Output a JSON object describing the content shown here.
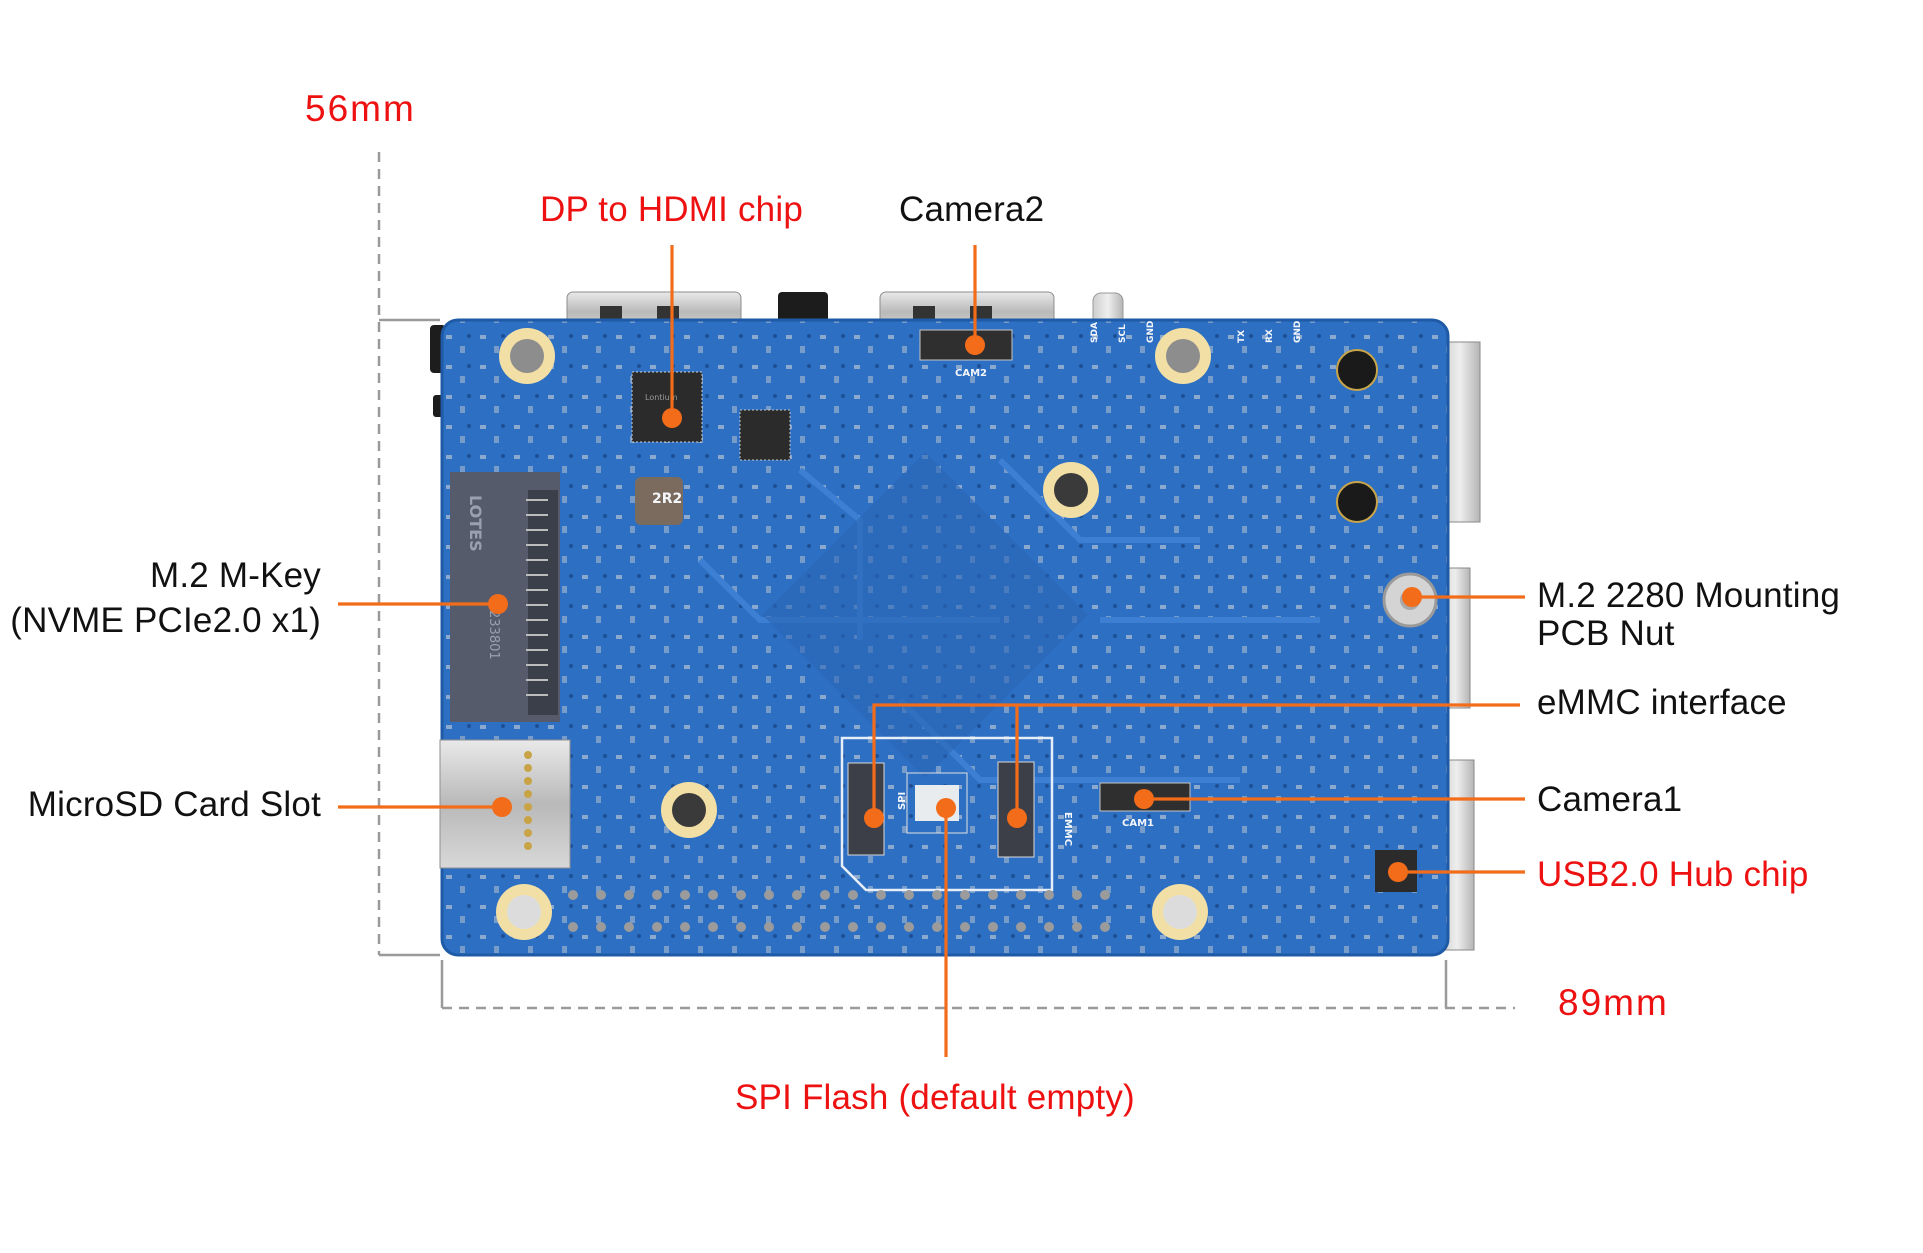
{
  "colors": {
    "leader_line": "#f26c1a",
    "highlight_text": "#ee1111",
    "normal_text": "#111111",
    "pcb_blue": "#2b6fc4",
    "dimension_line": "#9a9a9a"
  },
  "dimensions": {
    "height": "56mm",
    "width": "89mm"
  },
  "callouts": [
    {
      "id": "dp-hdmi",
      "text": "DP to HDMI chip",
      "highlight": true
    },
    {
      "id": "camera2",
      "text": "Camera2",
      "highlight": false
    },
    {
      "id": "m2-mkey",
      "lines": [
        "M.2 M-Key",
        "(NVME PCIe2.0 x1)"
      ],
      "highlight": false
    },
    {
      "id": "microsd",
      "text": "MicroSD Card Slot",
      "highlight": false
    },
    {
      "id": "m2-nut",
      "lines": [
        "M.2 2280 Mounting",
        "PCB Nut"
      ],
      "highlight": false
    },
    {
      "id": "emmc",
      "text": "eMMC interface",
      "highlight": false
    },
    {
      "id": "camera1",
      "text": "Camera1",
      "highlight": false
    },
    {
      "id": "usb-hub",
      "text": "USB2.0 Hub chip",
      "highlight": true
    },
    {
      "id": "spi-flash",
      "text": "SPI Flash (default empty)",
      "highlight": true
    }
  ],
  "silkscreen": {
    "cam2": "CAM2",
    "cam1": "CAM1",
    "spi": "SPI",
    "emmc": "EMMC",
    "inductor": "2R2",
    "m2_brand": "LOTES",
    "m2_code": "233801",
    "chip_brand": "Lontium",
    "pins_top_left": [
      "SDA",
      "SCL",
      "GND"
    ],
    "pins_top_right": [
      "TX",
      "RX",
      "GND"
    ]
  }
}
